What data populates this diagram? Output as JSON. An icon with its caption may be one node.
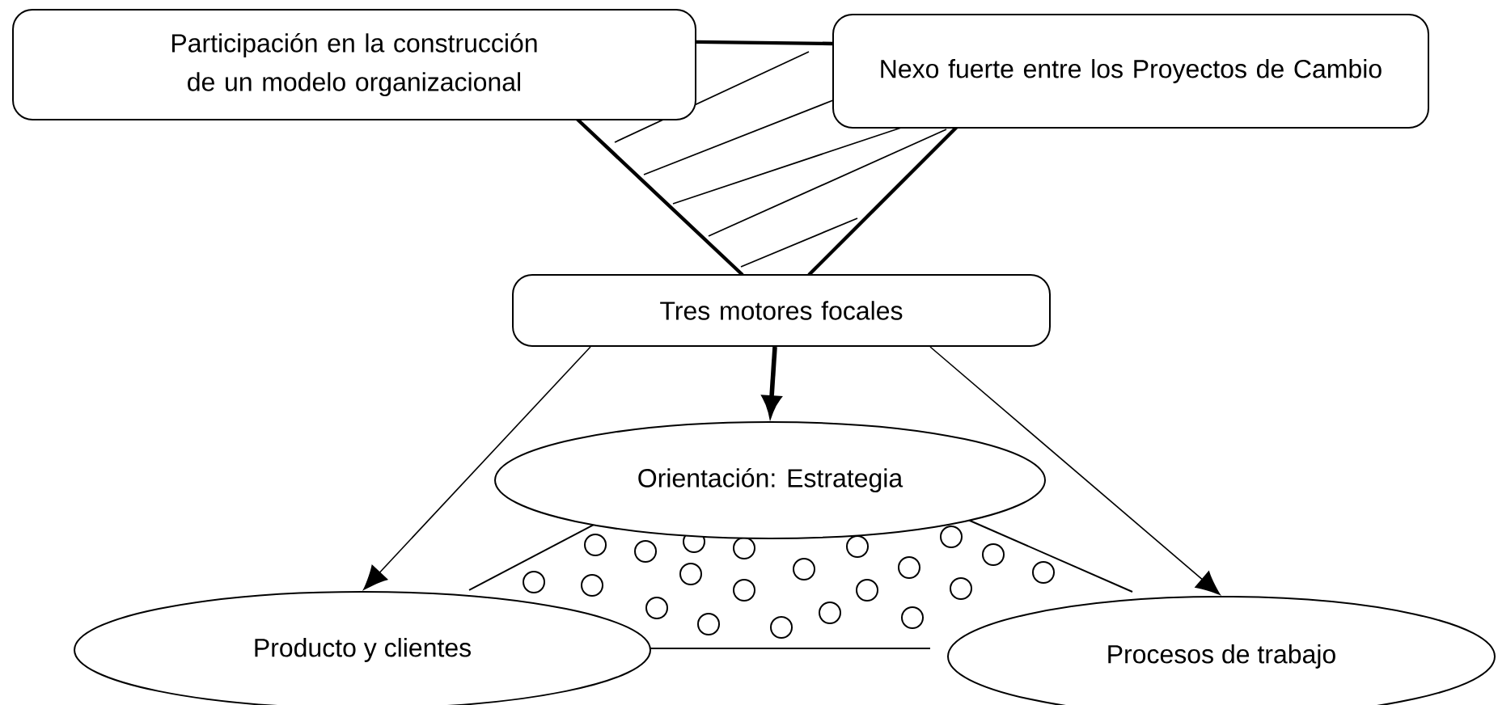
{
  "diagram": {
    "nodes": [
      {
        "text": [
          "Participación en la construcción de un modelo organizacional"
        ]
      },
      {
        "text": [
          "Nexo fuerte entre los Proyectos de Cambio"
        ]
      },
      {
        "text": [
          "Tres motores focales"
        ]
      },
      {
        "text": [
          "Orientación: Estrategia"
        ]
      },
      {
        "text": [
          "Producto y clientes"
        ]
      },
      {
        "text": [
          "Procesos de trabajo"
        ]
      }
    ],
    "edges": [
      {
        "from": 2,
        "to": 4,
        "arrow": "to"
      },
      {
        "from": 2,
        "to": 3,
        "arrow": "to",
        "style": "thick"
      },
      {
        "from": 2,
        "to": 5,
        "arrow": "to"
      }
    ]
  }
}
